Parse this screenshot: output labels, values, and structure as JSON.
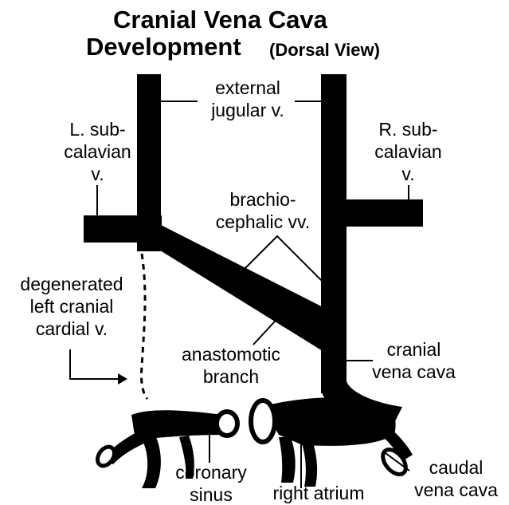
{
  "title": {
    "line1": "Cranial Vena Cava",
    "line2": "Development",
    "view": "(Dorsal View)"
  },
  "labels": {
    "external_jugular": [
      "external",
      "jugular v."
    ],
    "left_subclavian": [
      "L. sub-",
      "calavian",
      "v."
    ],
    "right_subclavian": [
      "R. sub-",
      "calavian",
      "v."
    ],
    "brachiocephalic": [
      "brachio-",
      "cephalic vv."
    ],
    "degenerated": [
      "degenerated",
      "left cranial",
      "cardial v."
    ],
    "anastomotic": [
      "anastomotic",
      "branch"
    ],
    "cranial_vena_cava": [
      "cranial",
      "vena cava"
    ],
    "coronary_sinus": [
      "coronary",
      "sinus"
    ],
    "right_atrium": [
      "right atrium"
    ],
    "caudal_vena_cava": [
      "caudal",
      "vena cava"
    ]
  },
  "colors": {
    "vessel": "#000000",
    "background": "#ffffff"
  }
}
